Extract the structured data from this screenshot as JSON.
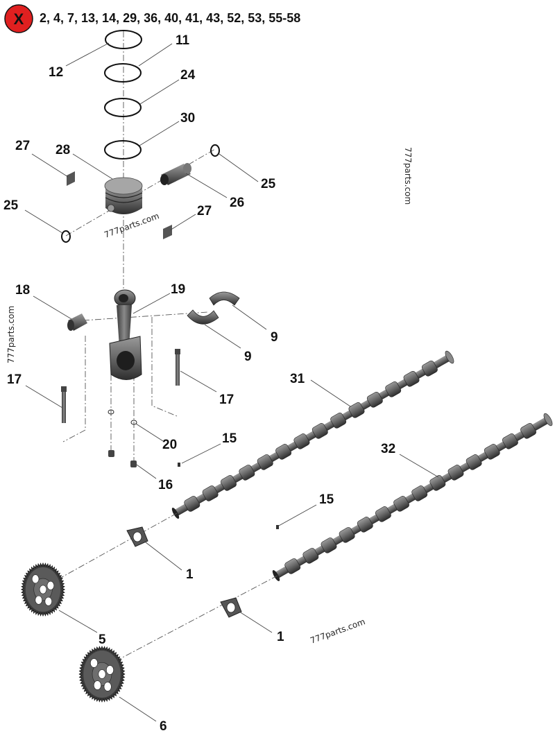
{
  "header": {
    "excluded_icon": "x-circle-icon",
    "excluded_icon_color": "#e02020",
    "excluded_items": "2, 4, 7, 13, 14, 29, 36, 40, 41, 43, 52, 53, 55-58"
  },
  "watermarks": [
    "777parts.com",
    "777parts.com",
    "777parts.com",
    "777parts.com"
  ],
  "callouts": {
    "piston_ring_top": "12",
    "piston_ring_2": "11",
    "piston_ring_3": "24",
    "piston_ring_4": "30",
    "pad_left": "27",
    "piston": "28",
    "circlip_right": "25",
    "piston_pin": "26",
    "circlip_left": "25",
    "pad_right": "27",
    "small_end_bushing": "18",
    "connecting_rod": "19",
    "bearing_upper": "9",
    "bearing_lower": "9",
    "bolt_left": "17",
    "bolt_right": "17",
    "camshaft_upper": "31",
    "camshaft_lower": "32",
    "washer": "20",
    "key_upper": "15",
    "key_lower": "15",
    "nut": "16",
    "thrust_plate_upper": "1",
    "thrust_plate_lower": "1",
    "gear_upper": "5",
    "gear_lower": "6"
  },
  "colors": {
    "metal_dark": "#4a4a4a",
    "metal_mid": "#7a7a7a",
    "metal_light": "#b8b8b8",
    "leader": "#444444"
  }
}
